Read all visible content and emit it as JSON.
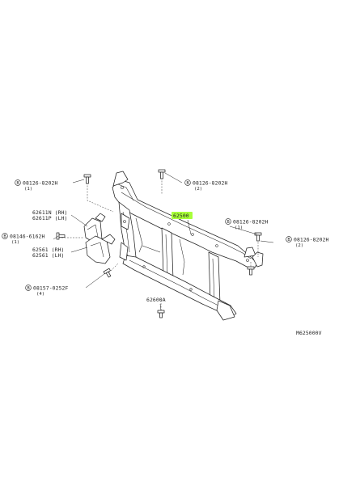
{
  "diagram": {
    "code": "M625000V",
    "main_part": "62500",
    "highlight_color": "#a8ff3a",
    "ink_color": "#1f1f1f",
    "callouts": [
      {
        "id": "c1",
        "code": "08126-8202H",
        "qty": "(1)",
        "badge": "B"
      },
      {
        "id": "c2",
        "code": "08126-8202H",
        "qty": "(2)",
        "badge": "B"
      },
      {
        "id": "c3",
        "code": "08126-8202H",
        "qty": "(1)",
        "badge": "B"
      },
      {
        "id": "c4",
        "code": "08126-8202H",
        "qty": "(2)",
        "badge": "B"
      },
      {
        "id": "c5",
        "code": "08146-6162H",
        "qty": "(1)",
        "badge": "B"
      },
      {
        "id": "c6",
        "code": "08157-0252F",
        "qty": "(4)",
        "badge": "B"
      }
    ],
    "part_labels": [
      {
        "id": "p1",
        "line1": "62611N (RH)",
        "line2": "62611P (LH)"
      },
      {
        "id": "p2",
        "line1": "62561 (RH)",
        "line2": "62561 (LH)"
      },
      {
        "id": "p3",
        "line1": "62600A"
      }
    ]
  }
}
